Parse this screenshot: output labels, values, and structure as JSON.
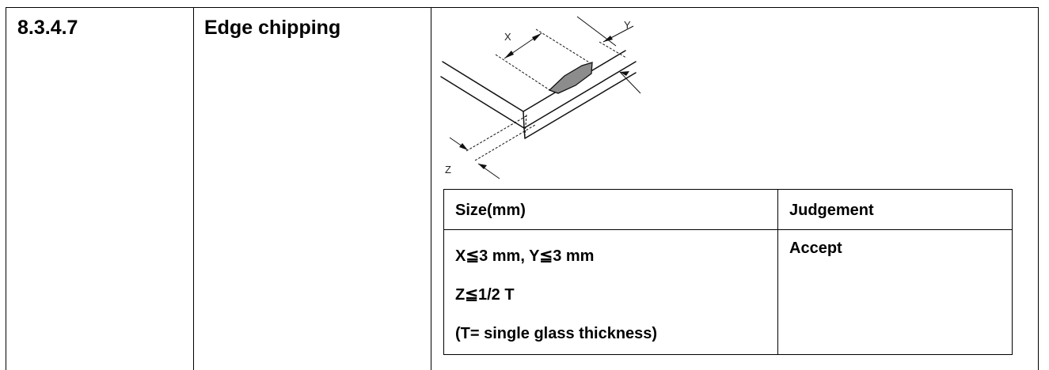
{
  "section": {
    "number": "8.3.4.7",
    "title": "Edge chipping"
  },
  "figure": {
    "labels": {
      "x": "X",
      "y": "Y",
      "z": "Z"
    }
  },
  "criteria_table": {
    "headers": [
      "Size(mm)",
      "Judgement"
    ],
    "size_lines": [
      "X≦3 mm, Y≦3 mm",
      "Z≦1/2 T",
      "(T= single glass thickness)"
    ],
    "judgement": "Accept"
  }
}
